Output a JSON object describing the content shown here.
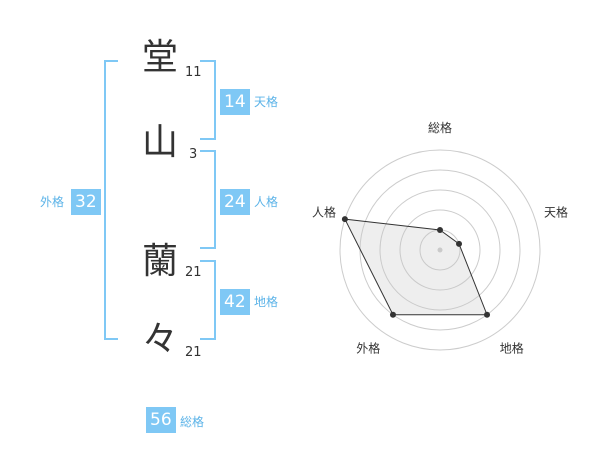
{
  "name": {
    "chars": [
      {
        "char": "堂",
        "strokes": "11"
      },
      {
        "char": "山",
        "strokes": "3"
      },
      {
        "char": "蘭",
        "strokes": "21"
      },
      {
        "char": "々",
        "strokes": "21"
      }
    ]
  },
  "kakusu": {
    "tenkaku": {
      "value": "14",
      "label": "天格"
    },
    "jinkaku": {
      "value": "24",
      "label": "人格"
    },
    "chikaku": {
      "value": "42",
      "label": "地格"
    },
    "gaikaku": {
      "value": "32",
      "label": "外格"
    },
    "soukaku": {
      "value": "56",
      "label": "総格"
    }
  },
  "colors": {
    "accent": "#7fc8f5",
    "label": "#5bb3e8"
  },
  "chart_data": {
    "type": "radar",
    "axes": [
      "総格",
      "天格",
      "地格",
      "外格",
      "人格"
    ],
    "values": [
      1,
      1,
      4,
      4,
      5
    ],
    "max": 5,
    "rings": 5,
    "grid": true
  }
}
